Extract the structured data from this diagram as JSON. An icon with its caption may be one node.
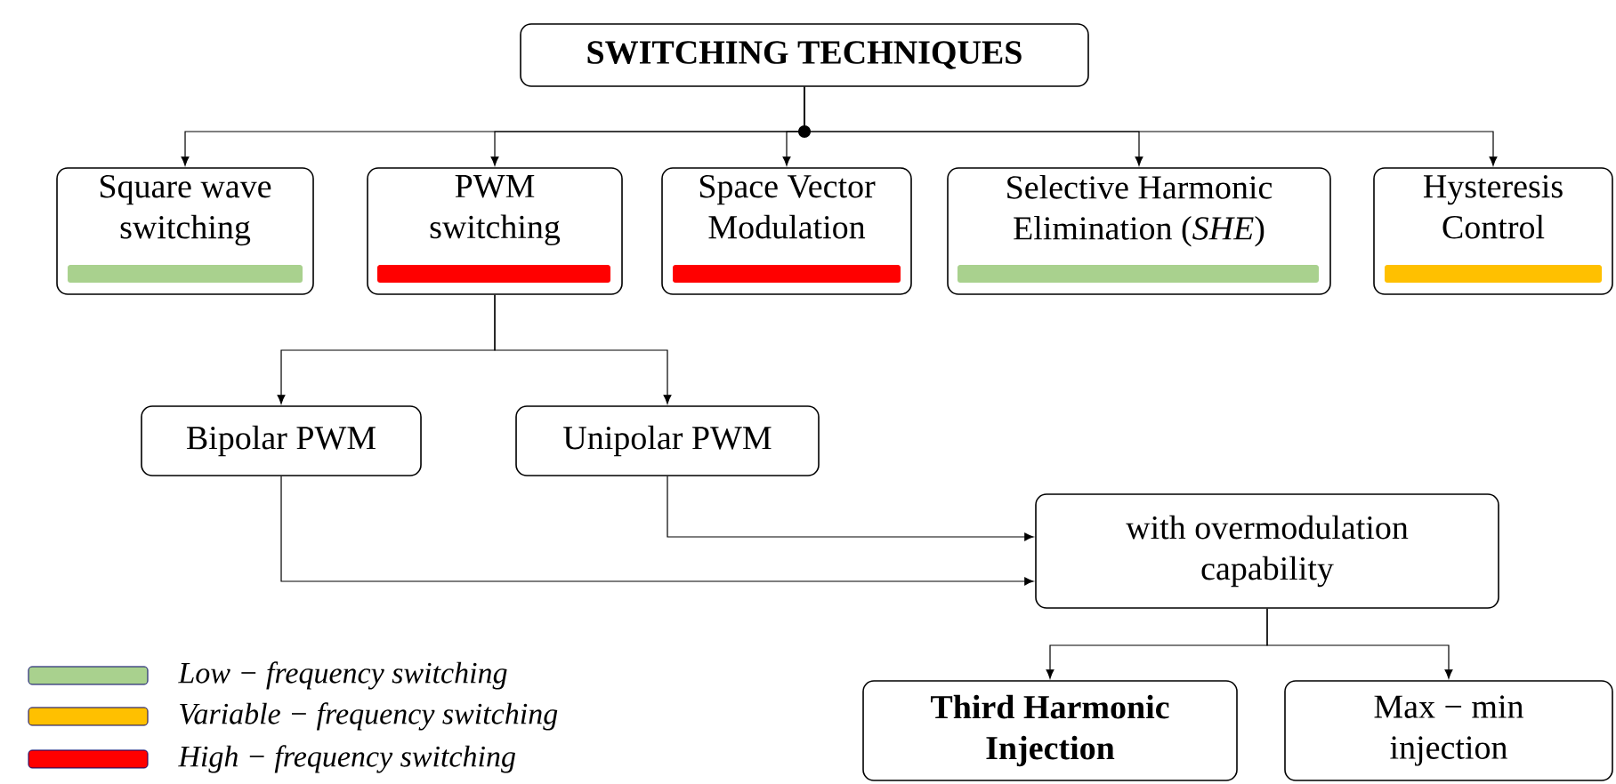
{
  "diagram": {
    "nodes": [
      {
        "text": [
          "SWITCHING TECHNIQUES"
        ]
      },
      {
        "text": [
          "Square wave switching"
        ]
      },
      {
        "text": [
          "PWM switching"
        ]
      },
      {
        "text": [
          "Space Vector Modulation"
        ]
      },
      {
        "text": [
          "Selective Harmonic Elimination (*SHE*)"
        ]
      },
      {
        "text": [
          "Hysteresis Control"
        ]
      },
      {
        "text": [
          "Bipolar PWM"
        ]
      },
      {
        "text": [
          "Unipolar PWM"
        ]
      },
      {
        "text": [
          "with overmodulation capability"
        ]
      },
      {
        "text": [
          "Third Harmonic Injection"
        ]
      },
      {
        "text": [
          "Max − min injection"
        ]
      }
    ],
    "edges": [
      {
        "from": 0,
        "to": 1,
        "arrow": "to"
      },
      {
        "from": 0,
        "to": 2,
        "arrow": "to"
      },
      {
        "from": 0,
        "to": 3,
        "arrow": "to"
      },
      {
        "from": 0,
        "to": 4,
        "arrow": "to"
      },
      {
        "from": 0,
        "to": 5,
        "arrow": "to"
      },
      {
        "from": 2,
        "to": 6,
        "arrow": "to"
      },
      {
        "from": 2,
        "to": 7,
        "arrow": "to"
      },
      {
        "from": 7,
        "to": 8,
        "arrow": "to"
      },
      {
        "from": 6,
        "to": 8,
        "arrow": "to"
      },
      {
        "from": 8,
        "to": 9,
        "arrow": "to"
      },
      {
        "from": 8,
        "to": 10,
        "arrow": "to"
      }
    ],
    "legend": [
      {
        "text": "Low − frequency switching",
        "color": "#a9d18e"
      },
      {
        "text": "Variable − frequency switching",
        "color": "#ffc000"
      },
      {
        "text": "High − frequency switching",
        "color": "#ff0000"
      }
    ]
  }
}
